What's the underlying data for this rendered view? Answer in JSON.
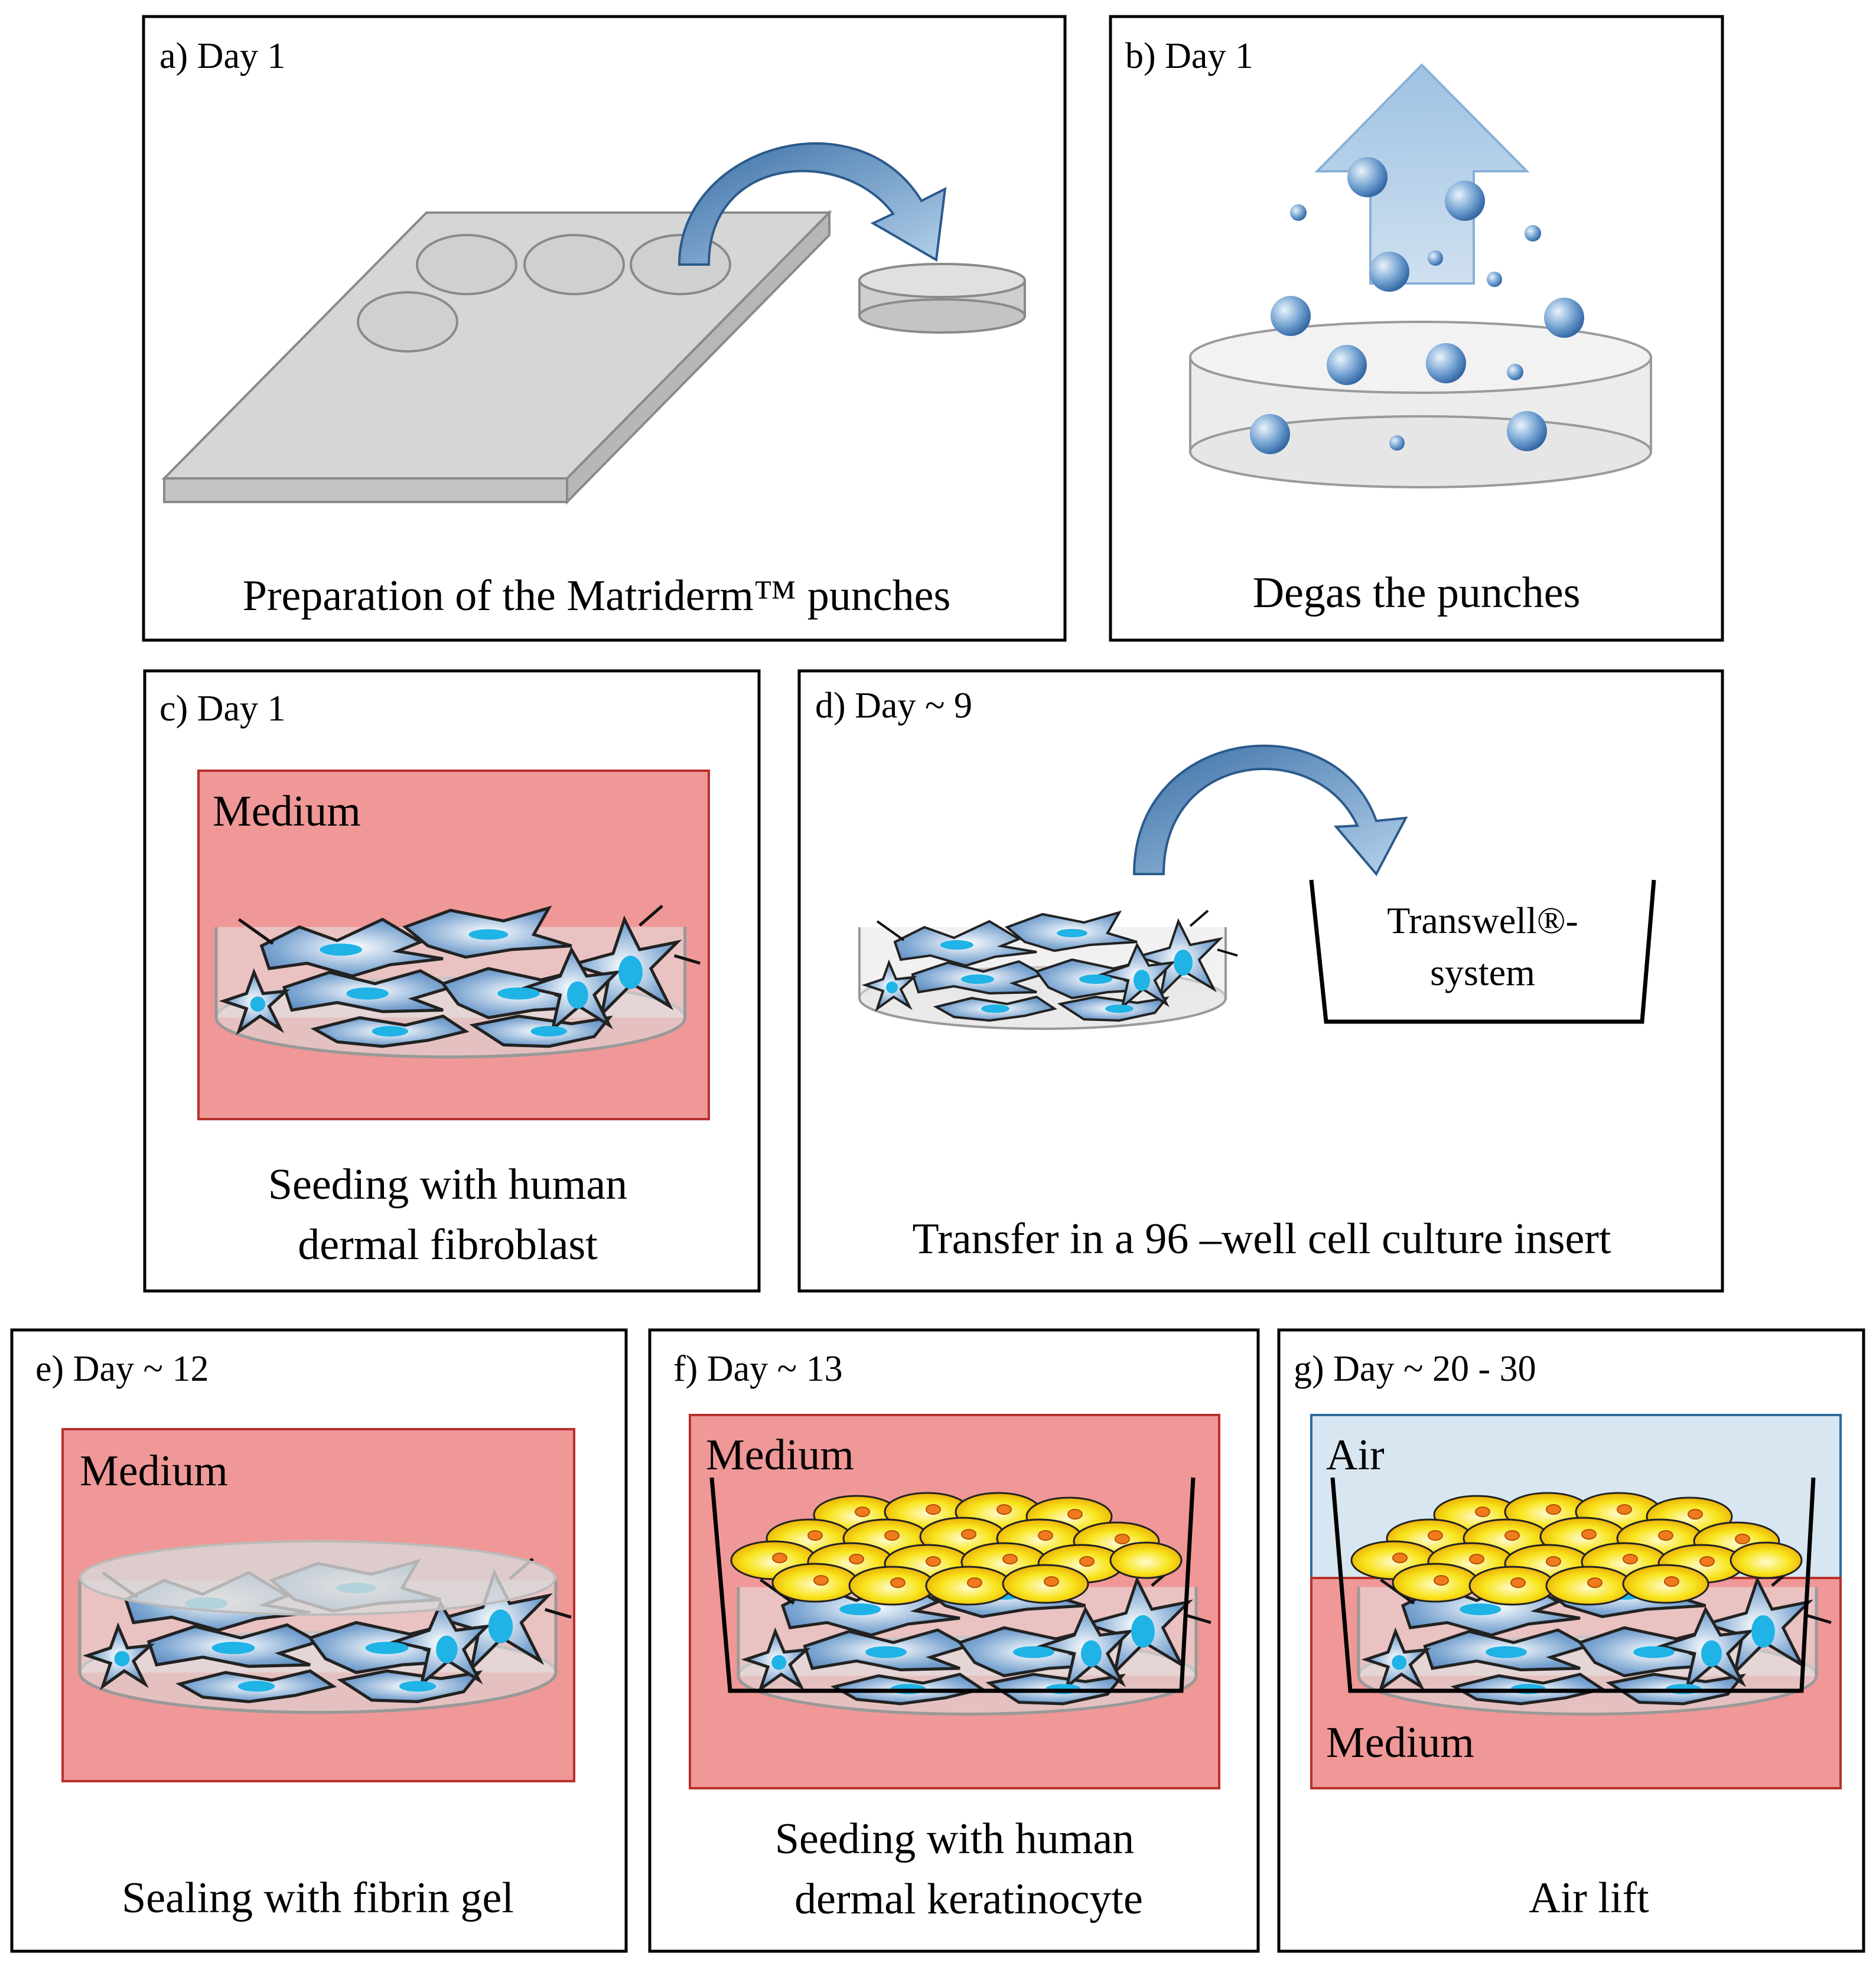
{
  "panels": {
    "a": {
      "day": "a) Day 1",
      "caption": "Preparation of the Matriderm™ punches"
    },
    "b": {
      "day": "b) Day 1",
      "caption": "Degas the punches"
    },
    "c": {
      "day": "c) Day 1",
      "medium": "Medium",
      "caption_line1": "Seeding with human",
      "caption_line2": "dermal fibroblast"
    },
    "d": {
      "day": "d) Day ~ 9",
      "transwell_line1": "Transwell®-",
      "transwell_line2": "system",
      "caption": "Transfer in a 96 –well cell culture insert"
    },
    "e": {
      "day": "e) Day ~ 12",
      "medium": "Medium",
      "caption": "Sealing with fibrin gel"
    },
    "f": {
      "day": "f) Day ~ 13",
      "medium": "Medium",
      "caption_line1": "Seeding with human",
      "caption_line2": "dermal keratinocyte"
    },
    "g": {
      "day": "g) Day ~ 20 - 30",
      "air": "Air",
      "medium": "Medium",
      "caption": "Air lift"
    }
  },
  "colors": {
    "medium": "#ef9897",
    "medium_border": "#b8302c",
    "air": "#d8e6f1",
    "air_border": "#2e6a9e",
    "arrow": "#6d9fcd",
    "fibroblast": "#8fb4d8",
    "nucleus": "#27b6e5",
    "keratinocyte": "#f7e21a",
    "keratinocyte_nucleus": "#f07a1c",
    "matriderm": "#d6d6d6"
  }
}
